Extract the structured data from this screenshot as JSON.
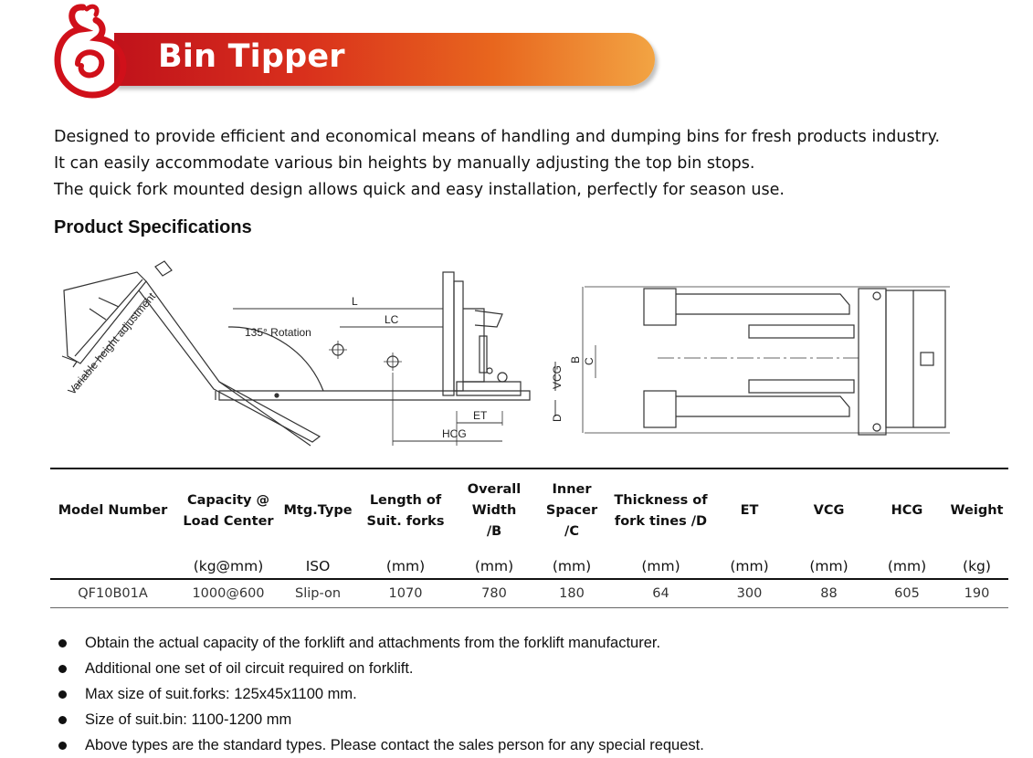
{
  "banner": {
    "title": "Bin Tipper"
  },
  "intro": [
    "Designed to provide efficient and economical means of handling and dumping bins for fresh products industry.",
    "It can easily accommodate various bin heights by manually adjusting the top bin stops.",
    "The quick fork mounted design allows quick and easy installation, perfectly for season use."
  ],
  "spec_heading": "Product Specifications",
  "drawing": {
    "side_labels": {
      "variable": "Variable height adjustment",
      "rotation": "135° Rotation",
      "L": "L",
      "LC": "LC",
      "VCG": "VCG",
      "D": "D",
      "ET": "ET",
      "HCG": "HCG"
    },
    "front_labels": {
      "B": "B",
      "C": "C"
    }
  },
  "table": {
    "headers": [
      [
        "Model Number"
      ],
      [
        "Capacity @",
        "Load Center"
      ],
      [
        "Mtg.Type"
      ],
      [
        "Length of",
        "Suit. forks"
      ],
      [
        "Overall",
        "Width",
        "/B"
      ],
      [
        "Inner",
        "Spacer",
        "/C"
      ],
      [
        "Thickness of",
        "fork tines /D"
      ],
      [
        "ET"
      ],
      [
        "VCG"
      ],
      [
        "HCG"
      ],
      [
        "Weight"
      ]
    ],
    "units": [
      "",
      "(kg@mm)",
      "ISO",
      "(mm)",
      "(mm)",
      "(mm)",
      "(mm)",
      "(mm)",
      "(mm)",
      "(mm)",
      "(kg)"
    ],
    "rows": [
      [
        "QF10B01A",
        "1000@600",
        "Slip-on",
        "1070",
        "780",
        "180",
        "64",
        "300",
        "88",
        "605",
        "190"
      ]
    ]
  },
  "notes": [
    "Obtain the actual capacity of the forklift and attachments from the forklift manufacturer.",
    "Additional one set of oil circuit required on forklift.",
    "Max size of suit.forks: 125x45x1100 mm.",
    "Size of suit.bin: 1100-1200 mm",
    "Above types are the standard types. Please contact the sales person for any special request."
  ],
  "colors": {
    "banner_start": "#c0121b",
    "banner_end": "#f2a443",
    "logo_red": "#d0101a"
  }
}
